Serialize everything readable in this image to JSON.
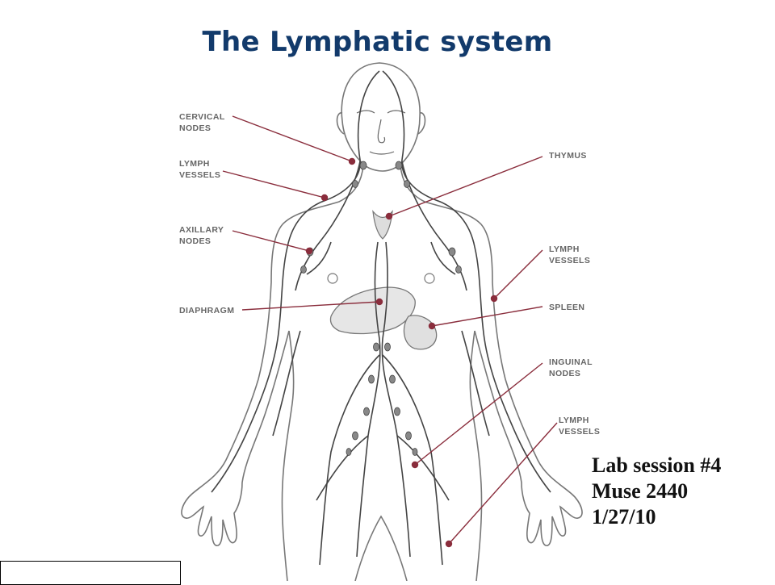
{
  "title": "The Lymphatic system",
  "labels": {
    "cervical_nodes": [
      "CERVICAL",
      "NODES"
    ],
    "lymph_vessels_neck": [
      "LYMPH",
      "VESSELS"
    ],
    "axillary_nodes": [
      "AXILLARY",
      "NODES"
    ],
    "diaphragm": [
      "DIAPHRAGM"
    ],
    "thymus": [
      "THYMUS"
    ],
    "lymph_vessels_arm": [
      "LYMPH",
      "VESSELS"
    ],
    "spleen": [
      "SPLEEN"
    ],
    "inguinal_nodes": [
      "INGUINAL",
      "NODES"
    ],
    "lymph_vessels_leg": [
      "LYMPH",
      "VESSELS"
    ]
  },
  "lab": {
    "line1": "Lab session #4",
    "line2": "Muse 2440",
    "line3": "1/27/10"
  },
  "colors": {
    "title": "#123a6b",
    "leader_line": "#8a2d3c",
    "label_text": "#666666"
  }
}
